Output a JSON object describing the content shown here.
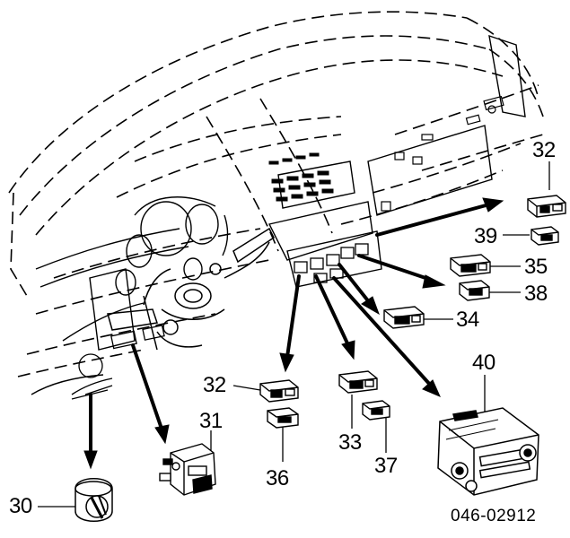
{
  "diagram": {
    "reference_code": "046-02912",
    "callouts": [
      {
        "id": "c32a",
        "label": "32"
      },
      {
        "id": "c39",
        "label": "39"
      },
      {
        "id": "c35",
        "label": "35"
      },
      {
        "id": "c38",
        "label": "38"
      },
      {
        "id": "c34",
        "label": "34"
      },
      {
        "id": "c40",
        "label": "40"
      },
      {
        "id": "c32b",
        "label": "32"
      },
      {
        "id": "c31",
        "label": "31"
      },
      {
        "id": "c36",
        "label": "36"
      },
      {
        "id": "c33",
        "label": "33"
      },
      {
        "id": "c37",
        "label": "37"
      },
      {
        "id": "c30",
        "label": "30"
      }
    ]
  },
  "colors": {
    "ink": "#000000",
    "paper": "#ffffff"
  }
}
